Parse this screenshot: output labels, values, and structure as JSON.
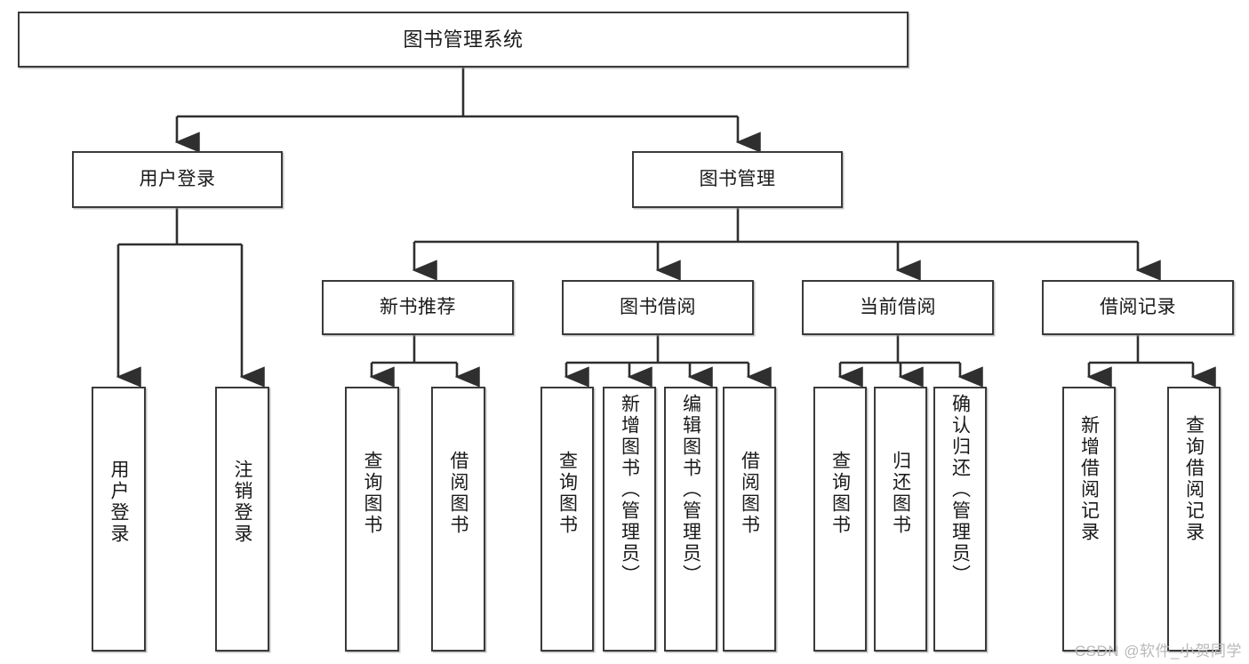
{
  "diagram": {
    "title": "图书管理系统",
    "watermark": "CSDN @软件_小贺同学",
    "line_color": "#3a3a3a",
    "box_fill": "#ffffff",
    "text_color": "#1a1a1a",
    "watermark_color": "#b9b9b9"
  },
  "nodes": {
    "root": {
      "label": "图书管理系统"
    },
    "level2": [
      {
        "id": "user-login",
        "label": "用户登录"
      },
      {
        "id": "book-management",
        "label": "图书管理"
      }
    ],
    "level3": [
      {
        "id": "new-book-recommend",
        "label": "新书推荐"
      },
      {
        "id": "book-borrow",
        "label": "图书借阅"
      },
      {
        "id": "current-borrow",
        "label": "当前借阅"
      },
      {
        "id": "borrow-record",
        "label": "借阅记录"
      }
    ],
    "leaves": [
      {
        "id": "leaf-user-login",
        "label": "用户登录",
        "parent": "user-login"
      },
      {
        "id": "leaf-logout-login",
        "label": "注销登录",
        "parent": "user-login"
      },
      {
        "id": "leaf-query-book-1",
        "label": "查询图书",
        "parent": "new-book-recommend"
      },
      {
        "id": "leaf-borrow-book-1",
        "label": "借阅图书",
        "parent": "new-book-recommend"
      },
      {
        "id": "leaf-query-book-2",
        "label": "查询图书",
        "parent": "book-borrow"
      },
      {
        "id": "leaf-add-book",
        "label": "新增图书（管理员）",
        "parent": "book-borrow"
      },
      {
        "id": "leaf-edit-book",
        "label": "编辑图书（管理员）",
        "parent": "book-borrow"
      },
      {
        "id": "leaf-borrow-book-2",
        "label": "借阅图书",
        "parent": "book-borrow"
      },
      {
        "id": "leaf-query-book-3",
        "label": "查询图书",
        "parent": "current-borrow"
      },
      {
        "id": "leaf-return-book",
        "label": "归还图书",
        "parent": "current-borrow"
      },
      {
        "id": "leaf-confirm-return",
        "label": "确认归还（管理员）",
        "parent": "current-borrow"
      },
      {
        "id": "leaf-add-borrow-record",
        "label": "新增借阅记录",
        "parent": "borrow-record"
      },
      {
        "id": "leaf-query-borrow-record",
        "label": "查询借阅记录",
        "parent": "borrow-record"
      }
    ]
  }
}
